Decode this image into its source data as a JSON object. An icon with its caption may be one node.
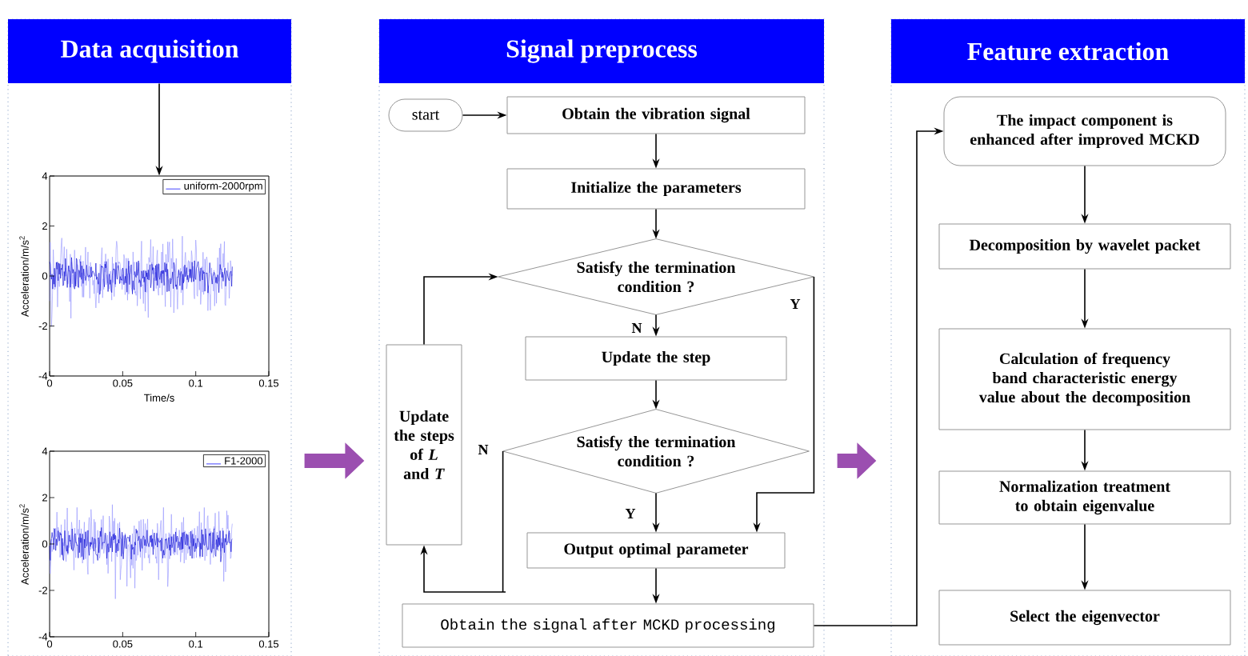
{
  "diagram": {
    "nodes": [
      {
        "text": [
          "Data acquisition"
        ]
      },
      {
        "text": [],
        "shape": "chart",
        "in": 0,
        "beside": [
          "Acceleration/m/s$^{2}$",
          "4",
          "2",
          "0",
          "-2",
          "-4",
          "0",
          "0.05",
          "0.1",
          "0.15",
          "Time/s"
        ]
      },
      {
        "text": [],
        "shape": "chart",
        "in": 0,
        "beside": [
          "Acceleration/m/s$^{2}$",
          "4",
          "2",
          "0",
          "-2",
          "-4",
          "0",
          "0.05",
          "0.1",
          "0.15"
        ]
      },
      {
        "text": [
          "Signal preprocess"
        ]
      },
      {
        "text": [
          "start"
        ],
        "in": 3
      },
      {
        "text": [
          "Obtain the vibration signal"
        ],
        "in": 3
      },
      {
        "text": [
          "Initialize the parameters"
        ],
        "in": 3
      },
      {
        "text": [
          "Satisfy the termination condition ?"
        ],
        "in": 3
      },
      {
        "text": [
          "Update the step"
        ],
        "in": 3
      },
      {
        "text": [
          "Satisfy the termination condition ?"
        ],
        "in": 3
      },
      {
        "text": [
          "Update the steps of *L* and *T*"
        ],
        "in": 3
      },
      {
        "text": [
          "Output optimal parameter"
        ],
        "in": 3
      },
      {
        "text": [
          "Obtain the signal after MCKD processing"
        ],
        "in": 3
      },
      {
        "text": [
          "Feature extraction"
        ]
      },
      {
        "text": [
          "The impact component is enhanced after improved MCKD"
        ],
        "in": 13
      },
      {
        "text": [
          "Decomposition by wavelet packet"
        ],
        "in": 13
      },
      {
        "text": [
          "Calculation of frequency band characteristic energy value  about the decomposition"
        ],
        "in": 13
      },
      {
        "text": [
          "Normalization treatment to obtain eigenvalue"
        ],
        "in": 13
      },
      {
        "text": [
          "Select the eigenvector"
        ],
        "in": 13
      }
    ],
    "edges": [
      {
        "from": 0,
        "to": 1,
        "arrow": "to"
      },
      {
        "from": 0,
        "to": 3,
        "arrow": "to",
        "style": "thick",
        "color": "#9b4fb0"
      },
      {
        "from": 3,
        "to": 13,
        "arrow": "to",
        "style": "thick",
        "color": "#9b4fb0"
      },
      {
        "from": 4,
        "to": 5,
        "arrow": "to"
      },
      {
        "from": 5,
        "to": 6,
        "arrow": "to"
      },
      {
        "from": 6,
        "to": 7,
        "arrow": "to"
      },
      {
        "from": 7,
        "to": 8,
        "arrow": "to",
        "label": "N"
      },
      {
        "from": 8,
        "to": 9,
        "arrow": "to"
      },
      {
        "from": 9,
        "to": 11,
        "arrow": "to",
        "label": "Y"
      },
      {
        "from": 7,
        "to": 11,
        "arrow": "to",
        "label": "Y"
      },
      {
        "from": 9,
        "to": 10,
        "arrow": "to",
        "label": "N"
      },
      {
        "from": 10,
        "to": 7,
        "arrow": "to"
      },
      {
        "from": 11,
        "to": 12,
        "arrow": "to"
      },
      {
        "from": 12,
        "to": 14,
        "arrow": "to"
      },
      {
        "from": 14,
        "to": 15,
        "arrow": "to"
      },
      {
        "from": 15,
        "to": 16,
        "arrow": "to"
      },
      {
        "from": 16,
        "to": 17,
        "arrow": "to"
      },
      {
        "from": 17,
        "to": 18,
        "arrow": "to"
      }
    ],
    "legend": [
      {
        "text": "uniform-2000rpm"
      },
      {
        "text": "F1-2000"
      }
    ]
  }
}
